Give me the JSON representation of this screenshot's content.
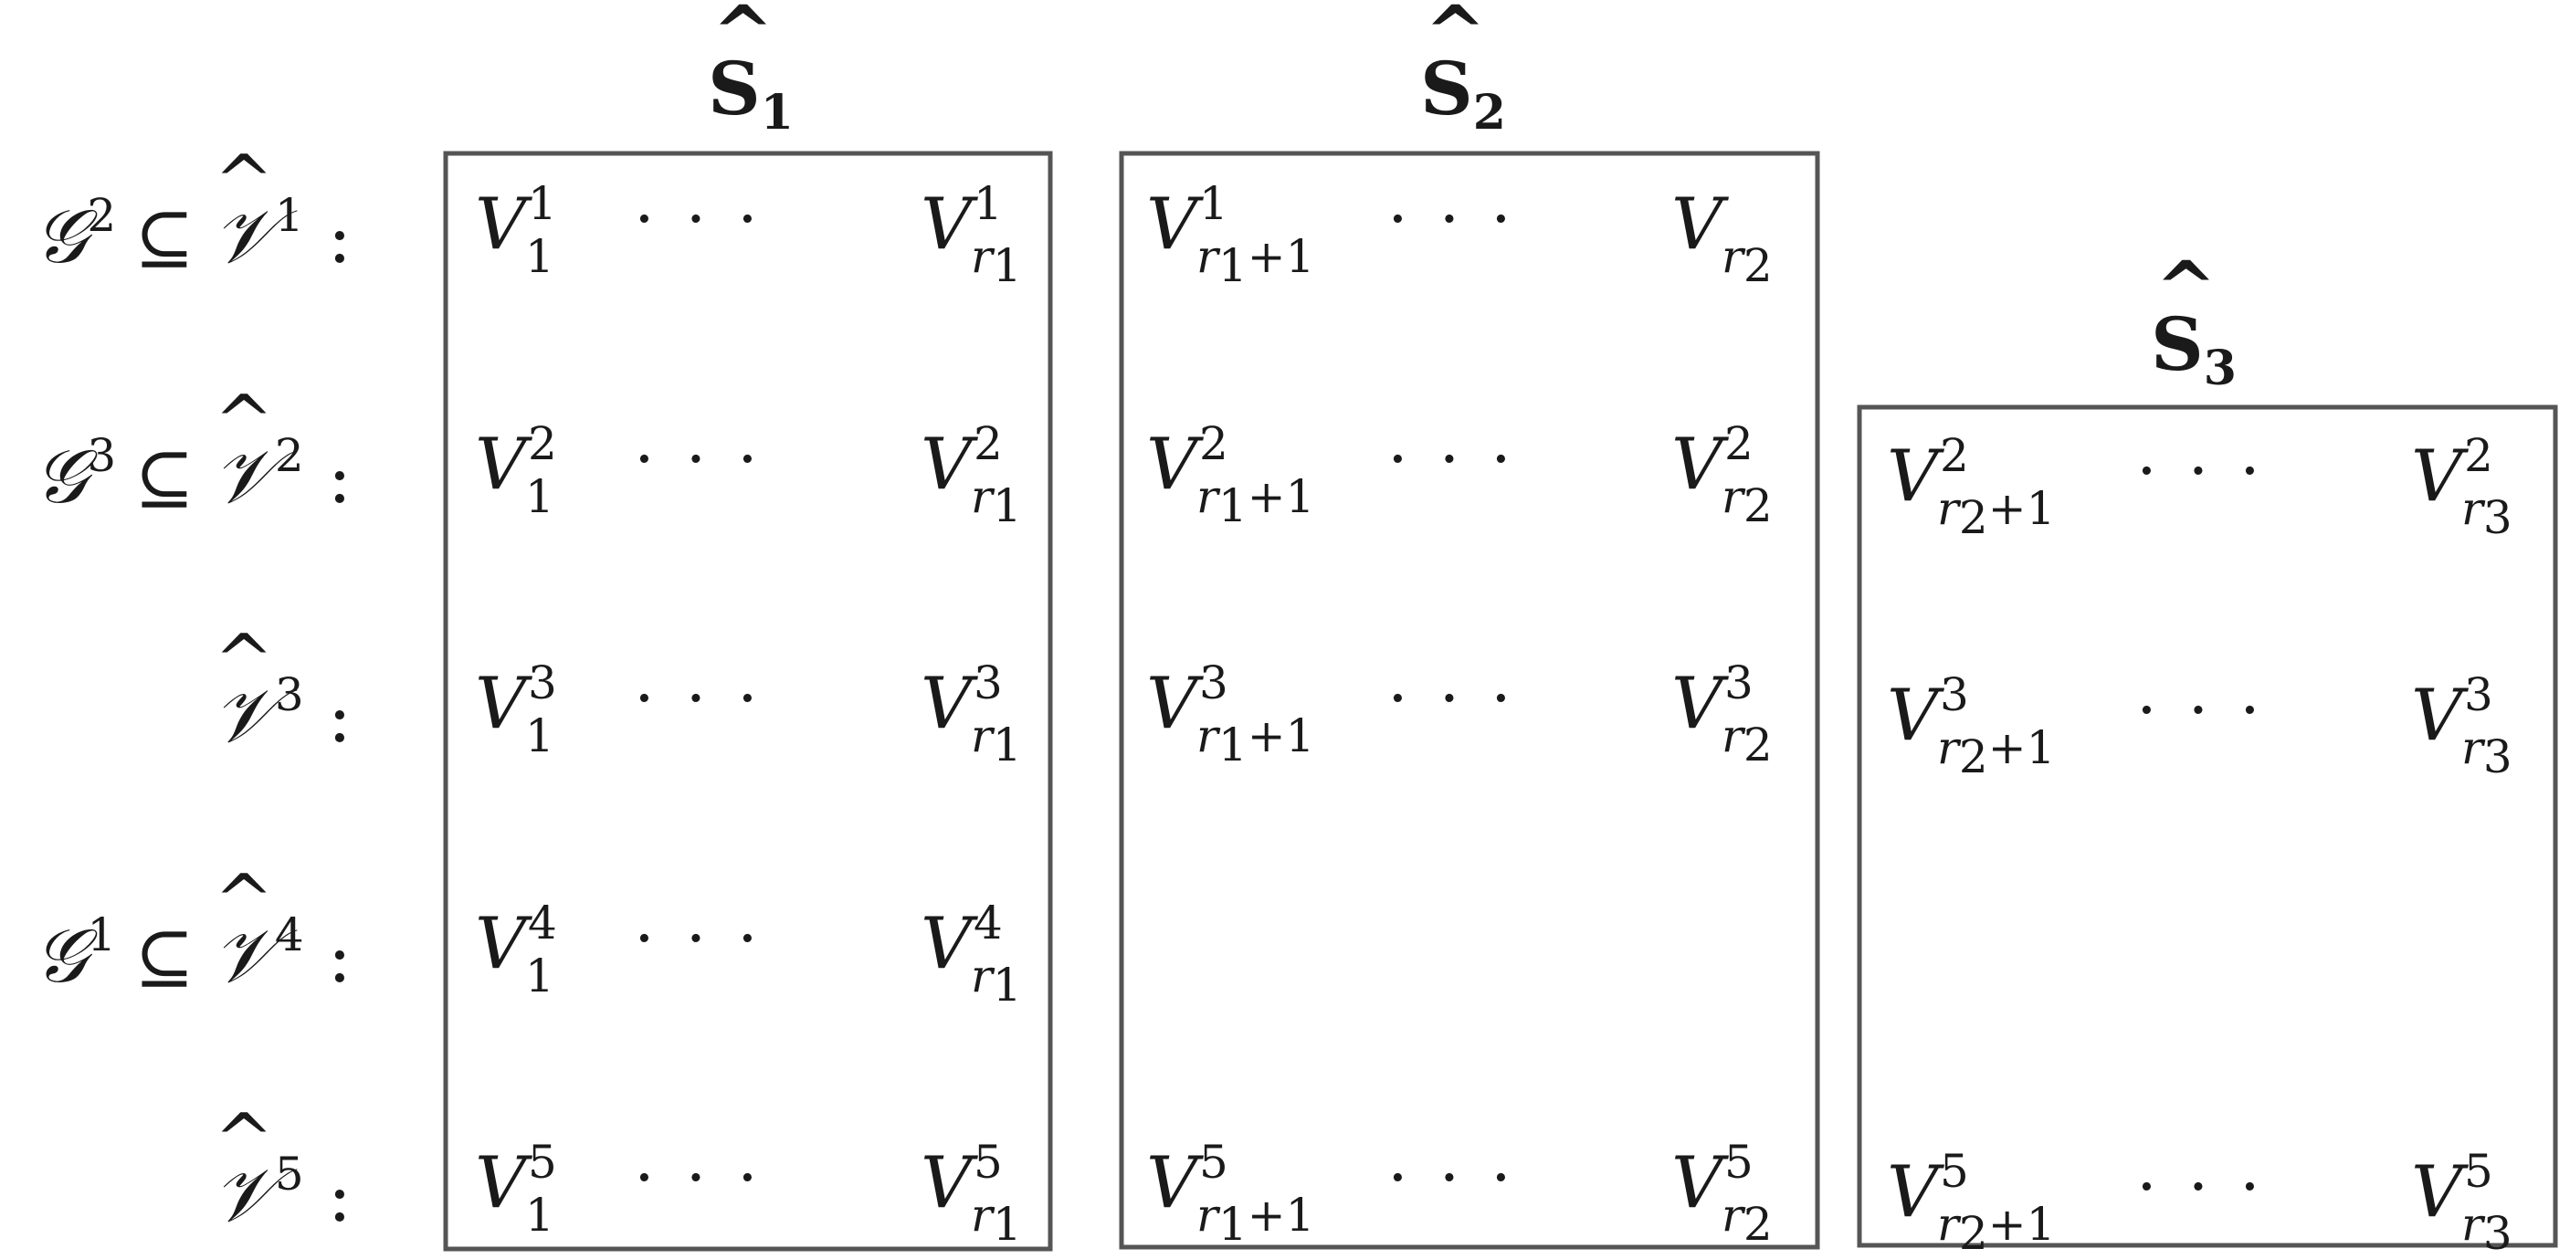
{
  "groups": [
    {
      "title_letter": "S",
      "title_hat": "^",
      "title_sub": "1"
    },
    {
      "title_letter": "S",
      "title_hat": "^",
      "title_sub": "2"
    },
    {
      "title_letter": "S",
      "title_hat": "^",
      "title_sub": "3"
    }
  ],
  "row_labels": [
    {
      "prefix_letter": "𝒢",
      "prefix_sup": "2",
      "subset": "⊆",
      "hat": "^",
      "letter": "𝒱",
      "sup": "1",
      "colon": ":"
    },
    {
      "prefix_letter": "𝒢",
      "prefix_sup": "3",
      "subset": "⊆",
      "hat": "^",
      "letter": "𝒱",
      "sup": "2",
      "colon": ":"
    },
    {
      "prefix_letter": "",
      "prefix_sup": "",
      "subset": "",
      "hat": "^",
      "letter": "𝒱",
      "sup": "3",
      "colon": ":"
    },
    {
      "prefix_letter": "𝒢",
      "prefix_sup": "1",
      "subset": "⊆",
      "hat": "^",
      "letter": "𝒱",
      "sup": "4",
      "colon": ":"
    },
    {
      "prefix_letter": "",
      "prefix_sup": "",
      "subset": "",
      "hat": "^",
      "letter": "𝒱",
      "sup": "5",
      "colon": ":"
    }
  ],
  "ellipsis": "· · ·",
  "cells": [
    {
      "group": 0,
      "row": 0,
      "left": {
        "sup": "1",
        "sub": "1"
      },
      "right": {
        "sup": "1",
        "sub": "r1"
      }
    },
    {
      "group": 0,
      "row": 1,
      "left": {
        "sup": "2",
        "sub": "1"
      },
      "right": {
        "sup": "2",
        "sub": "r1"
      }
    },
    {
      "group": 0,
      "row": 2,
      "left": {
        "sup": "3",
        "sub": "1"
      },
      "right": {
        "sup": "3",
        "sub": "r1"
      }
    },
    {
      "group": 0,
      "row": 3,
      "left": {
        "sup": "4",
        "sub": "1"
      },
      "right": {
        "sup": "4",
        "sub": "r1"
      }
    },
    {
      "group": 0,
      "row": 4,
      "left": {
        "sup": "5",
        "sub": "1"
      },
      "right": {
        "sup": "5",
        "sub": "r1"
      }
    },
    {
      "group": 1,
      "row": 0,
      "left": {
        "sup": "1",
        "sub": "r1+1"
      },
      "right": {
        "sup": "",
        "sub": "r2"
      }
    },
    {
      "group": 1,
      "row": 1,
      "left": {
        "sup": "2",
        "sub": "r1+1"
      },
      "right": {
        "sup": "2",
        "sub": "r2"
      }
    },
    {
      "group": 1,
      "row": 2,
      "left": {
        "sup": "3",
        "sub": "r1+1"
      },
      "right": {
        "sup": "3",
        "sub": "r2"
      }
    },
    {
      "group": 1,
      "row": 4,
      "left": {
        "sup": "5",
        "sub": "r1+1"
      },
      "right": {
        "sup": "5",
        "sub": "r2"
      }
    },
    {
      "group": 2,
      "row": 1,
      "left": {
        "sup": "2",
        "sub": "r2+1"
      },
      "right": {
        "sup": "2",
        "sub": "r3"
      }
    },
    {
      "group": 2,
      "row": 2,
      "left": {
        "sup": "3",
        "sub": "r2+1"
      },
      "right": {
        "sup": "3",
        "sub": "r3"
      }
    },
    {
      "group": 2,
      "row": 4,
      "left": {
        "sup": "5",
        "sub": "r2+1"
      },
      "right": {
        "sup": "5",
        "sub": "r3"
      }
    }
  ],
  "cell_letter": "V"
}
